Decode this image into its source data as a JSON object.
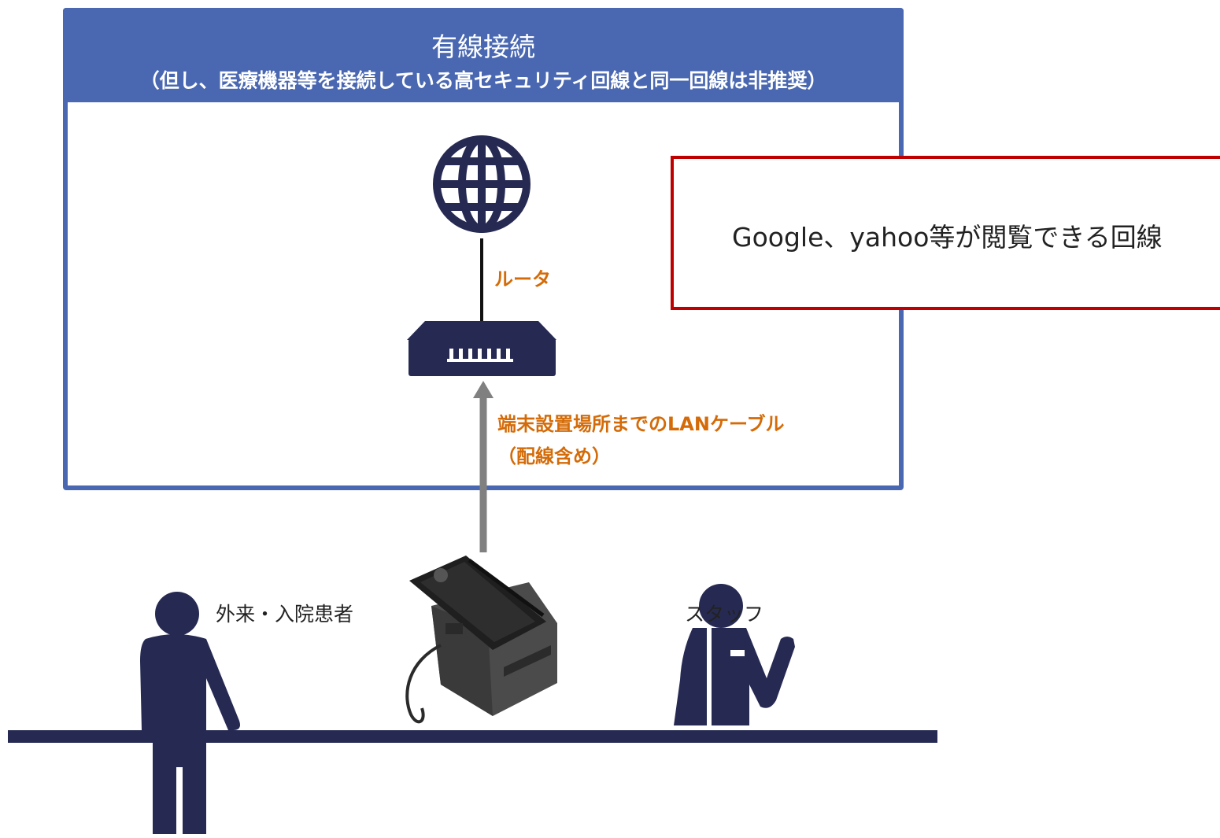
{
  "header": {
    "title": "有線接続",
    "subtitle": "（但し、医療機器等を接続している高セキュリティ回線と同一回線は非推奨）"
  },
  "callout": {
    "text": "Google、yahoo等が閲覧できる回線"
  },
  "router": {
    "label": "ルータ"
  },
  "cable": {
    "label": "端末設置場所までのLANケーブル",
    "sublabel": "（配線含め）"
  },
  "people": {
    "patient_label": "外来・入院患者",
    "staff_label": "スタッフ"
  },
  "colors": {
    "frame": "#4a68b1",
    "accent_label": "#d46b08",
    "callout_border": "#c00000",
    "figure": "#262a52",
    "arrow": "#808080"
  },
  "icons": [
    "globe-icon",
    "router-icon",
    "terminal-device",
    "patient-figure",
    "staff-figure"
  ]
}
